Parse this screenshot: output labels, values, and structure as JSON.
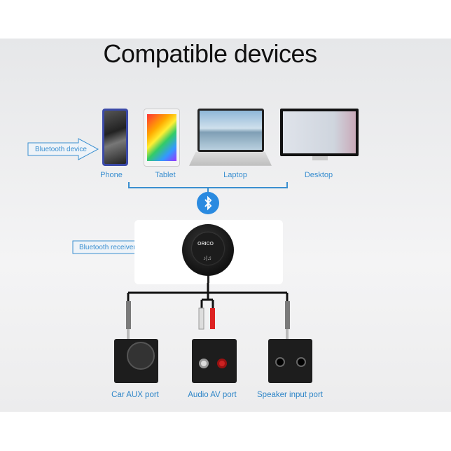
{
  "title": "Compatible devices",
  "devices": [
    {
      "label": "Phone"
    },
    {
      "label": "Tablet"
    },
    {
      "label": "Laptop"
    },
    {
      "label": "Desktop"
    }
  ],
  "arrows": {
    "device": "Bluetooth device",
    "receiver": "Bluetooth receiver"
  },
  "receiver_brand": "ORICO",
  "ports": [
    {
      "label": "Car AUX port"
    },
    {
      "label": "Audio AV port"
    },
    {
      "label": "Speaker input port"
    }
  ],
  "colors": {
    "accent": "#3a8fd0",
    "bluetooth": "#2a8ae0"
  }
}
